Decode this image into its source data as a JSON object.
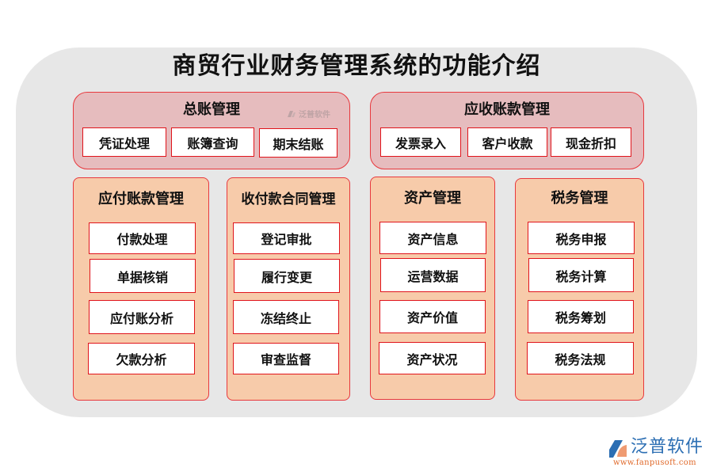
{
  "title": "商贸行业财务管理系统的功能介绍",
  "colors": {
    "background_shape": "#e7e7e7",
    "top_group_fill": "#e6bcbe",
    "bottom_group_fill": "#f7cbaa",
    "border_red": "#e0141b",
    "logo_blue": "#2b6eb3",
    "logo_orange": "#e0692a"
  },
  "groups": {
    "general_ledger": {
      "title": "总账管理",
      "items": [
        "凭证处理",
        "账簿查询",
        "期末结账"
      ]
    },
    "receivables": {
      "title": "应收账款管理",
      "items": [
        "发票录入",
        "客户收款",
        "现金折扣"
      ]
    },
    "payables": {
      "title": "应付账款管理",
      "items": [
        "付款处理",
        "单据核销",
        "应付账分析",
        "欠款分析"
      ]
    },
    "contracts": {
      "title": "收付款合同管理",
      "items": [
        "登记审批",
        "履行变更",
        "冻结终止",
        "审查监督"
      ]
    },
    "assets": {
      "title": "资产管理",
      "items": [
        "资产信息",
        "运营数据",
        "资产价值",
        "资产状况"
      ]
    },
    "tax": {
      "title": "税务管理",
      "items": [
        "税务申报",
        "税务计算",
        "税务筹划",
        "税务法规"
      ]
    }
  },
  "watermark": {
    "text": "泛普软件"
  },
  "logo": {
    "name": "泛普软件",
    "url": "www.fanpusoft.com"
  }
}
